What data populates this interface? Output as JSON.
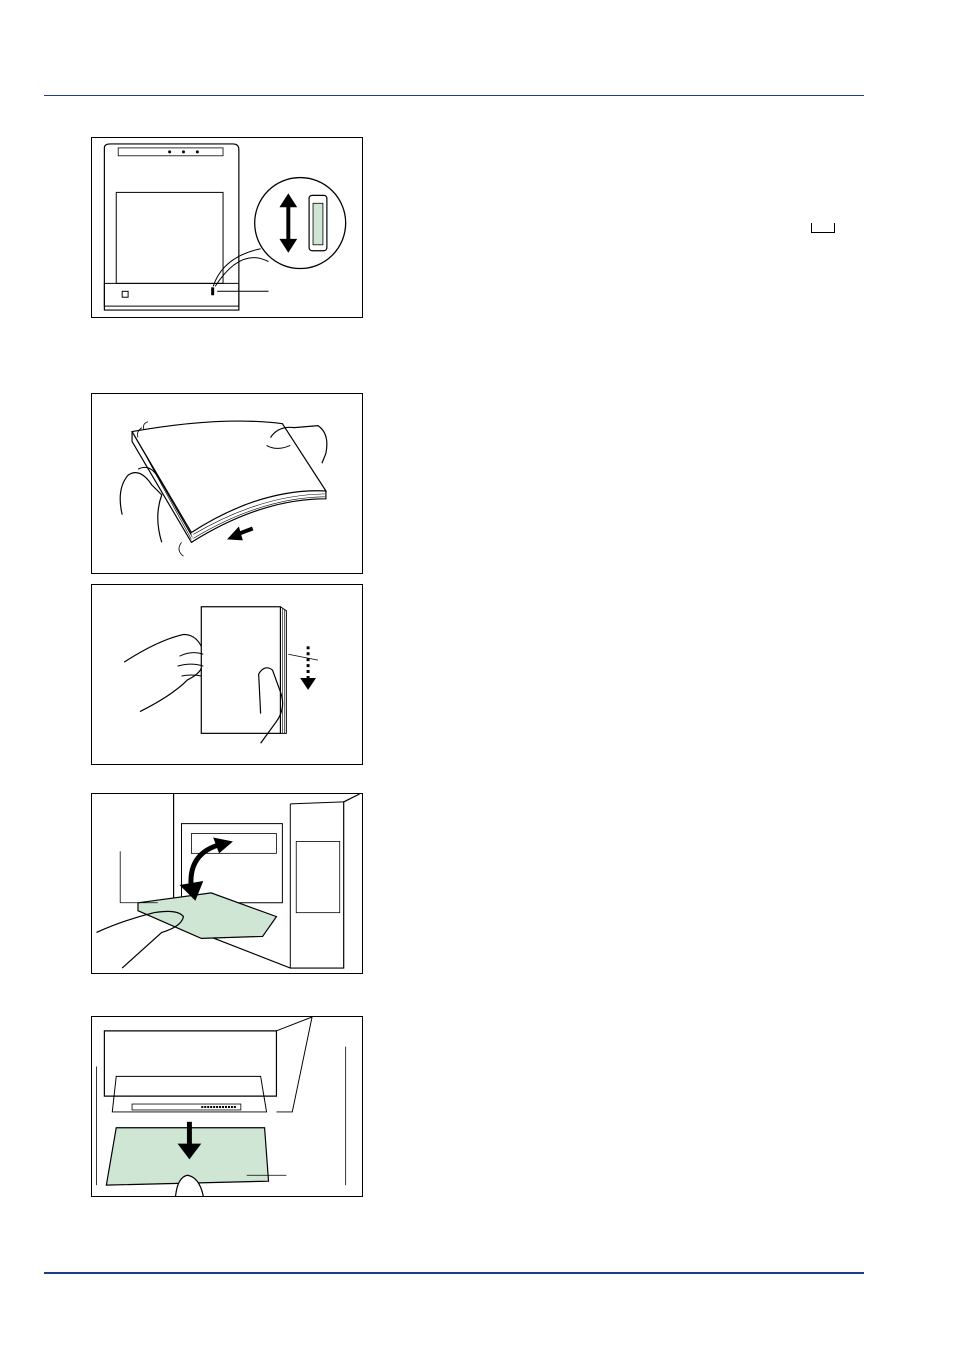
{
  "page": {
    "figures": [
      {
        "id": "paper-gauge",
        "label": ""
      },
      {
        "id": "fan-paper",
        "label": ""
      },
      {
        "id": "tap-paper",
        "label": ""
      },
      {
        "id": "open-mp-tray",
        "label": ""
      },
      {
        "id": "pull-out-subtray",
        "label": ""
      }
    ]
  },
  "colors": {
    "rule": "#1f3c8a",
    "tray_fill": "#cfe6d4",
    "line": "#000000"
  },
  "icons": [
    "up-down-arrow-icon",
    "right-arrow-icon",
    "down-arrow-icon",
    "curved-arrow-icon",
    "bracket-mark-icon"
  ]
}
